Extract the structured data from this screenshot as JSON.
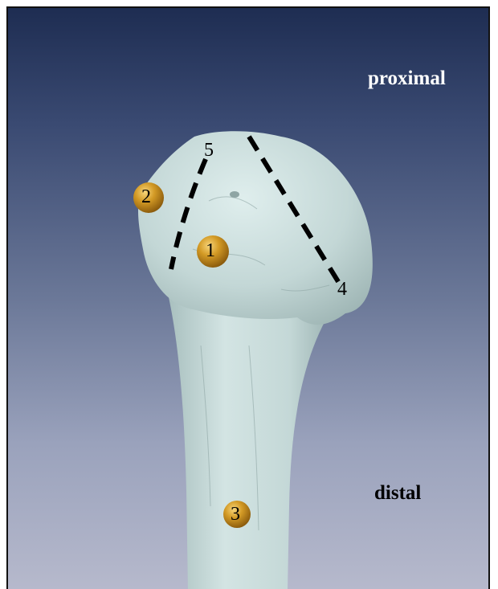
{
  "labels": {
    "proximal": "proximal",
    "distal": "distal"
  },
  "markers": [
    {
      "id": "1",
      "label": "1"
    },
    {
      "id": "2",
      "label": "2"
    },
    {
      "id": "3",
      "label": "3"
    }
  ],
  "lines": [
    {
      "id": "4",
      "label": "4"
    },
    {
      "id": "5",
      "label": "5"
    }
  ],
  "colors": {
    "background_top": "#1e2d52",
    "background_bottom": "#b6b9cc",
    "bone": "#c9dcdb",
    "marker": "#c8901a",
    "proximal_text": "#ffffff",
    "distal_text": "#000000",
    "dashed_line": "#000000"
  }
}
